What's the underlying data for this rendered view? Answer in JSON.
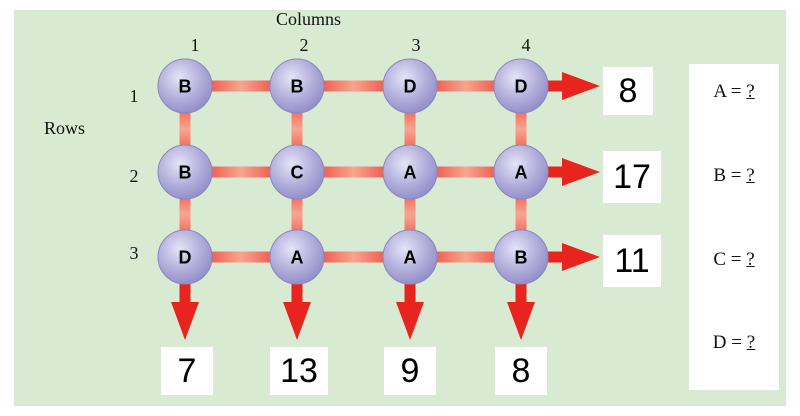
{
  "column_header": "Columns",
  "row_header": "Rows",
  "column_numbers": [
    "1",
    "2",
    "3",
    "4"
  ],
  "row_numbers": [
    "1",
    "2",
    "3"
  ],
  "grid": [
    [
      "B",
      "B",
      "D",
      "D"
    ],
    [
      "B",
      "C",
      "A",
      "A"
    ],
    [
      "D",
      "A",
      "A",
      "B"
    ]
  ],
  "row_sums": [
    "8",
    "17",
    "11"
  ],
  "column_sums": [
    "7",
    "13",
    "9",
    "8"
  ],
  "answers": [
    {
      "letter": "A",
      "eq": " = ",
      "value": "?"
    },
    {
      "letter": "B",
      "eq": " = ",
      "value": "?"
    },
    {
      "letter": "C",
      "eq": " = ",
      "value": "?"
    },
    {
      "letter": "D",
      "eq": " = ",
      "value": "?"
    }
  ],
  "colors": {
    "background": "#d9ead3",
    "arrow_strong": "#e8241f",
    "arrow_light": "#f7a590",
    "node_fill": "#b3b0dc"
  }
}
